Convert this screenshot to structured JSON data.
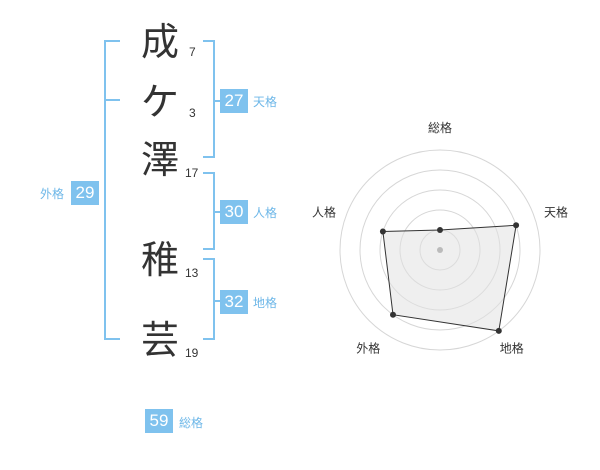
{
  "name_characters": [
    {
      "char": "成",
      "strokes": "7"
    },
    {
      "char": "ケ",
      "strokes": "3"
    },
    {
      "char": "澤",
      "strokes": "17"
    },
    {
      "char": "稚",
      "strokes": "13"
    },
    {
      "char": "芸",
      "strokes": "19"
    }
  ],
  "fortune": {
    "tenkaku": {
      "value": "27",
      "label": "天格"
    },
    "jinkaku": {
      "value": "30",
      "label": "人格"
    },
    "chikaku": {
      "value": "32",
      "label": "地格"
    },
    "gaikaku": {
      "value": "29",
      "label": "外格"
    },
    "soukaku": {
      "value": "59",
      "label": "総格"
    }
  },
  "colors": {
    "accent": "#7fc2ee",
    "text": "#333333"
  },
  "chart_data": {
    "type": "radar",
    "axes": [
      "総格",
      "天格",
      "地格",
      "外格",
      "人格"
    ],
    "values": [
      1,
      4,
      5,
      4,
      3
    ],
    "rmax": 5,
    "rings": 5
  }
}
